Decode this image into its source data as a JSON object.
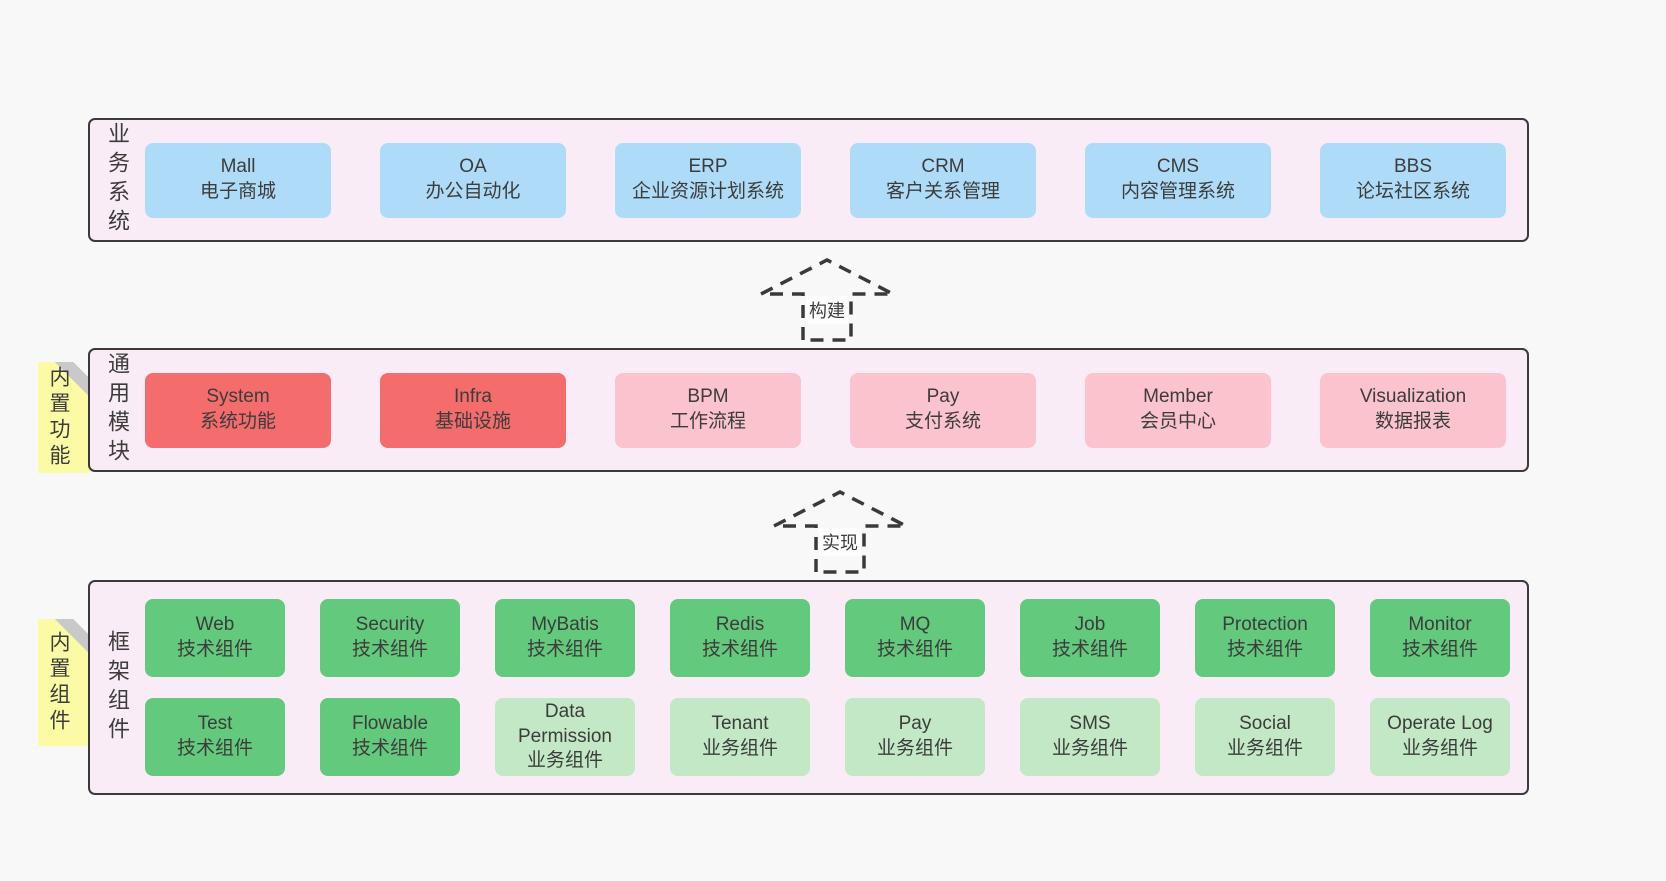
{
  "palette": {
    "page_bg": "#f8f8f8",
    "layer_bg": "#f9ecf6",
    "layer_border": "#3a3a3a",
    "text": "#3c3c3c",
    "blue": "#aedcf8",
    "red": "#f56c6c",
    "pink": "#fac3cd",
    "green": "#63c97c",
    "lightgreen": "#c2e8c5",
    "tab_bg": "#fbfba5",
    "tab_fold": "#c9c9c9",
    "arrow_label_bg": "#fdfdfd"
  },
  "layers": [
    {
      "side_label": "业务系统",
      "rows": [
        [
          {
            "name": "Mall",
            "desc": "电子商城",
            "color": "blue"
          },
          {
            "name": "OA",
            "desc": "办公自动化",
            "color": "blue"
          },
          {
            "name": "ERP",
            "desc": "企业资源计划系统",
            "color": "blue"
          },
          {
            "name": "CRM",
            "desc": "客户关系管理",
            "color": "blue"
          },
          {
            "name": "CMS",
            "desc": "内容管理系统",
            "color": "blue"
          },
          {
            "name": "BBS",
            "desc": "论坛社区系统",
            "color": "blue"
          }
        ]
      ]
    },
    {
      "side_label": "通用模块",
      "tab_label": "内置功能",
      "rows": [
        [
          {
            "name": "System",
            "desc": "系统功能",
            "color": "red"
          },
          {
            "name": "Infra",
            "desc": "基础设施",
            "color": "red"
          },
          {
            "name": "BPM",
            "desc": "工作流程",
            "color": "pink"
          },
          {
            "name": "Pay",
            "desc": "支付系统",
            "color": "pink"
          },
          {
            "name": "Member",
            "desc": "会员中心",
            "color": "pink"
          },
          {
            "name": "Visualization",
            "desc": "数据报表",
            "color": "pink"
          }
        ]
      ]
    },
    {
      "side_label": "框架组件",
      "tab_label": "内置组件",
      "rows": [
        [
          {
            "name": "Web",
            "desc": "技术组件",
            "color": "green"
          },
          {
            "name": "Security",
            "desc": "技术组件",
            "color": "green"
          },
          {
            "name": "MyBatis",
            "desc": "技术组件",
            "color": "green"
          },
          {
            "name": "Redis",
            "desc": "技术组件",
            "color": "green"
          },
          {
            "name": "MQ",
            "desc": "技术组件",
            "color": "green"
          },
          {
            "name": "Job",
            "desc": "技术组件",
            "color": "green"
          },
          {
            "name": "Protection",
            "desc": "技术组件",
            "color": "green"
          },
          {
            "name": "Monitor",
            "desc": "技术组件",
            "color": "green"
          }
        ],
        [
          {
            "name": "Test",
            "desc": "技术组件",
            "color": "green"
          },
          {
            "name": "Flowable",
            "desc": "技术组件",
            "color": "green"
          },
          {
            "name": "Data Permission",
            "desc": "业务组件",
            "color": "lightgreen"
          },
          {
            "name": "Tenant",
            "desc": "业务组件",
            "color": "lightgreen"
          },
          {
            "name": "Pay",
            "desc": "业务组件",
            "color": "lightgreen"
          },
          {
            "name": "SMS",
            "desc": "业务组件",
            "color": "lightgreen"
          },
          {
            "name": "Social",
            "desc": "业务组件",
            "color": "lightgreen"
          },
          {
            "name": "Operate Log",
            "desc": "业务组件",
            "color": "lightgreen"
          }
        ]
      ]
    }
  ],
  "arrows": [
    {
      "label": "构建"
    },
    {
      "label": "实现"
    }
  ]
}
